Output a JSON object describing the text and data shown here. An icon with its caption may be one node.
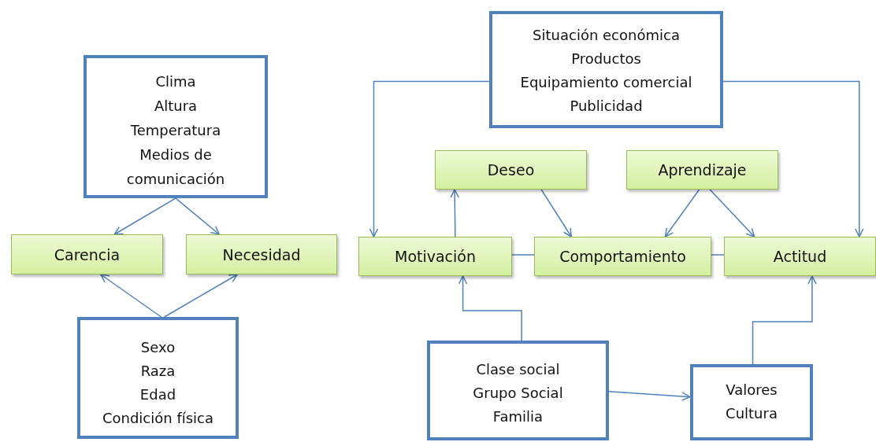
{
  "diagram": {
    "nodes": [
      {
        "text": [
          "Clima",
          "Altura",
          "Temperatura",
          "Medios de comunicación"
        ]
      },
      {
        "text": [
          "Carencia"
        ]
      },
      {
        "text": [
          "Necesidad"
        ]
      },
      {
        "text": [
          "Sexo",
          "Raza",
          "Edad",
          "Condición física"
        ]
      },
      {
        "text": [
          "Situación económica",
          "Productos",
          "Equipamiento comercial",
          "Publicidad"
        ]
      },
      {
        "text": [
          "Deseo"
        ]
      },
      {
        "text": [
          "Aprendizaje"
        ]
      },
      {
        "text": [
          "Motivación"
        ]
      },
      {
        "text": [
          "Comportamiento"
        ]
      },
      {
        "text": [
          "Actitud"
        ]
      },
      {
        "text": [
          "Clase social",
          "Grupo Social",
          "Familia"
        ]
      },
      {
        "text": [
          "Valores",
          "Cultura"
        ]
      }
    ],
    "edges": [
      {
        "from": 0,
        "to": 1,
        "arrow": "to"
      },
      {
        "from": 0,
        "to": 2,
        "arrow": "to"
      },
      {
        "from": 3,
        "to": 1,
        "arrow": "to"
      },
      {
        "from": 3,
        "to": 2,
        "arrow": "to"
      },
      {
        "from": 4,
        "to": 7,
        "arrow": "to"
      },
      {
        "from": 4,
        "to": 9,
        "arrow": "to"
      },
      {
        "from": 7,
        "to": 5,
        "arrow": "to"
      },
      {
        "from": 5,
        "to": 8,
        "arrow": "to"
      },
      {
        "from": 6,
        "to": 8,
        "arrow": "to"
      },
      {
        "from": 6,
        "to": 9,
        "arrow": "to"
      },
      {
        "from": 7,
        "to": 8,
        "arrow": "none"
      },
      {
        "from": 8,
        "to": 9,
        "arrow": "none"
      },
      {
        "from": 10,
        "to": 7,
        "arrow": "to"
      },
      {
        "from": 10,
        "to": 11,
        "arrow": "to"
      },
      {
        "from": 11,
        "to": 9,
        "arrow": "to"
      }
    ]
  }
}
